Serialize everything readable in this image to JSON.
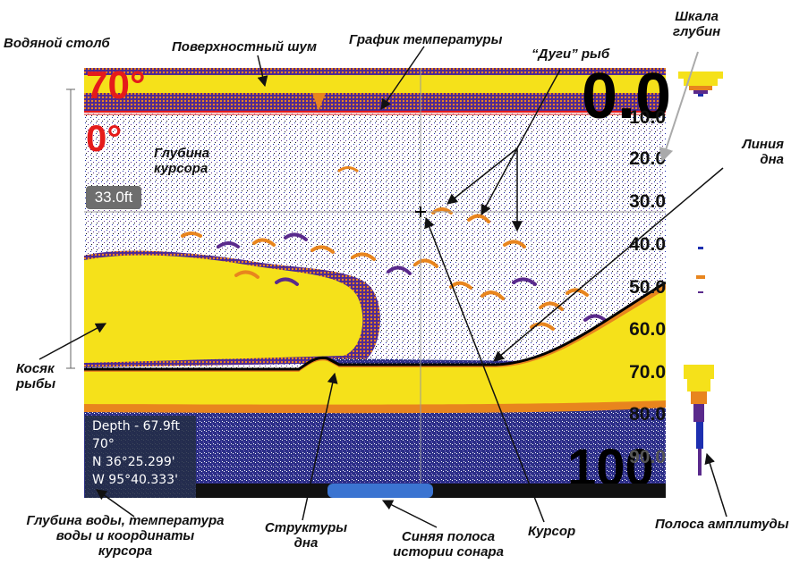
{
  "labels": {
    "water_column": "Водяной столб",
    "surface_noise": "Поверхностный шум",
    "temp_graph": "График температуры",
    "fish_arcs": "“Дуги” рыб",
    "depth_scale_line1": "Шкала",
    "depth_scale_line2": "глубин",
    "cursor_depth_line1": "Глубина",
    "cursor_depth_line2": "курсора",
    "bottom_line_line1": "Линия",
    "bottom_line_line2": "дна",
    "fish_school_line1": "Косяк",
    "fish_school_line2": "рыбы",
    "info_caption_line1": "Глубина воды, температура",
    "info_caption_line2": "воды и координаты",
    "info_caption_line3": "курсора",
    "bottom_structure_line1": "Структуры",
    "bottom_structure_line2": "дна",
    "history_bar_line1": "Синяя полоса",
    "history_bar_line2": "истории сонара",
    "cursor": "Курсор",
    "amplitude_bar": "Полоса амплитуды"
  },
  "screen": {
    "temp_big": "70°",
    "temp_small": "0°",
    "depth_top": "0.0",
    "depth_bottom": "100",
    "cursor_depth": "33.0ft",
    "depth_scale": [
      "10.0",
      "20.0",
      "30.0",
      "40.0",
      "50.0",
      "60.0",
      "70.0",
      "80.0",
      "90.0"
    ],
    "info": {
      "depth": "Depth - 67.9ft",
      "temp": "70°",
      "lat": "N  36°25.299'",
      "lon": "W  95°40.333'"
    }
  },
  "colors": {
    "sonar_yellow": "#f5e11a",
    "sonar_orange": "#e8851e",
    "sonar_purple": "#5a2a8c",
    "sonar_blue": "#1d2fb0",
    "temp_red": "#e51b1b",
    "history_blue": "#3b74d1"
  }
}
